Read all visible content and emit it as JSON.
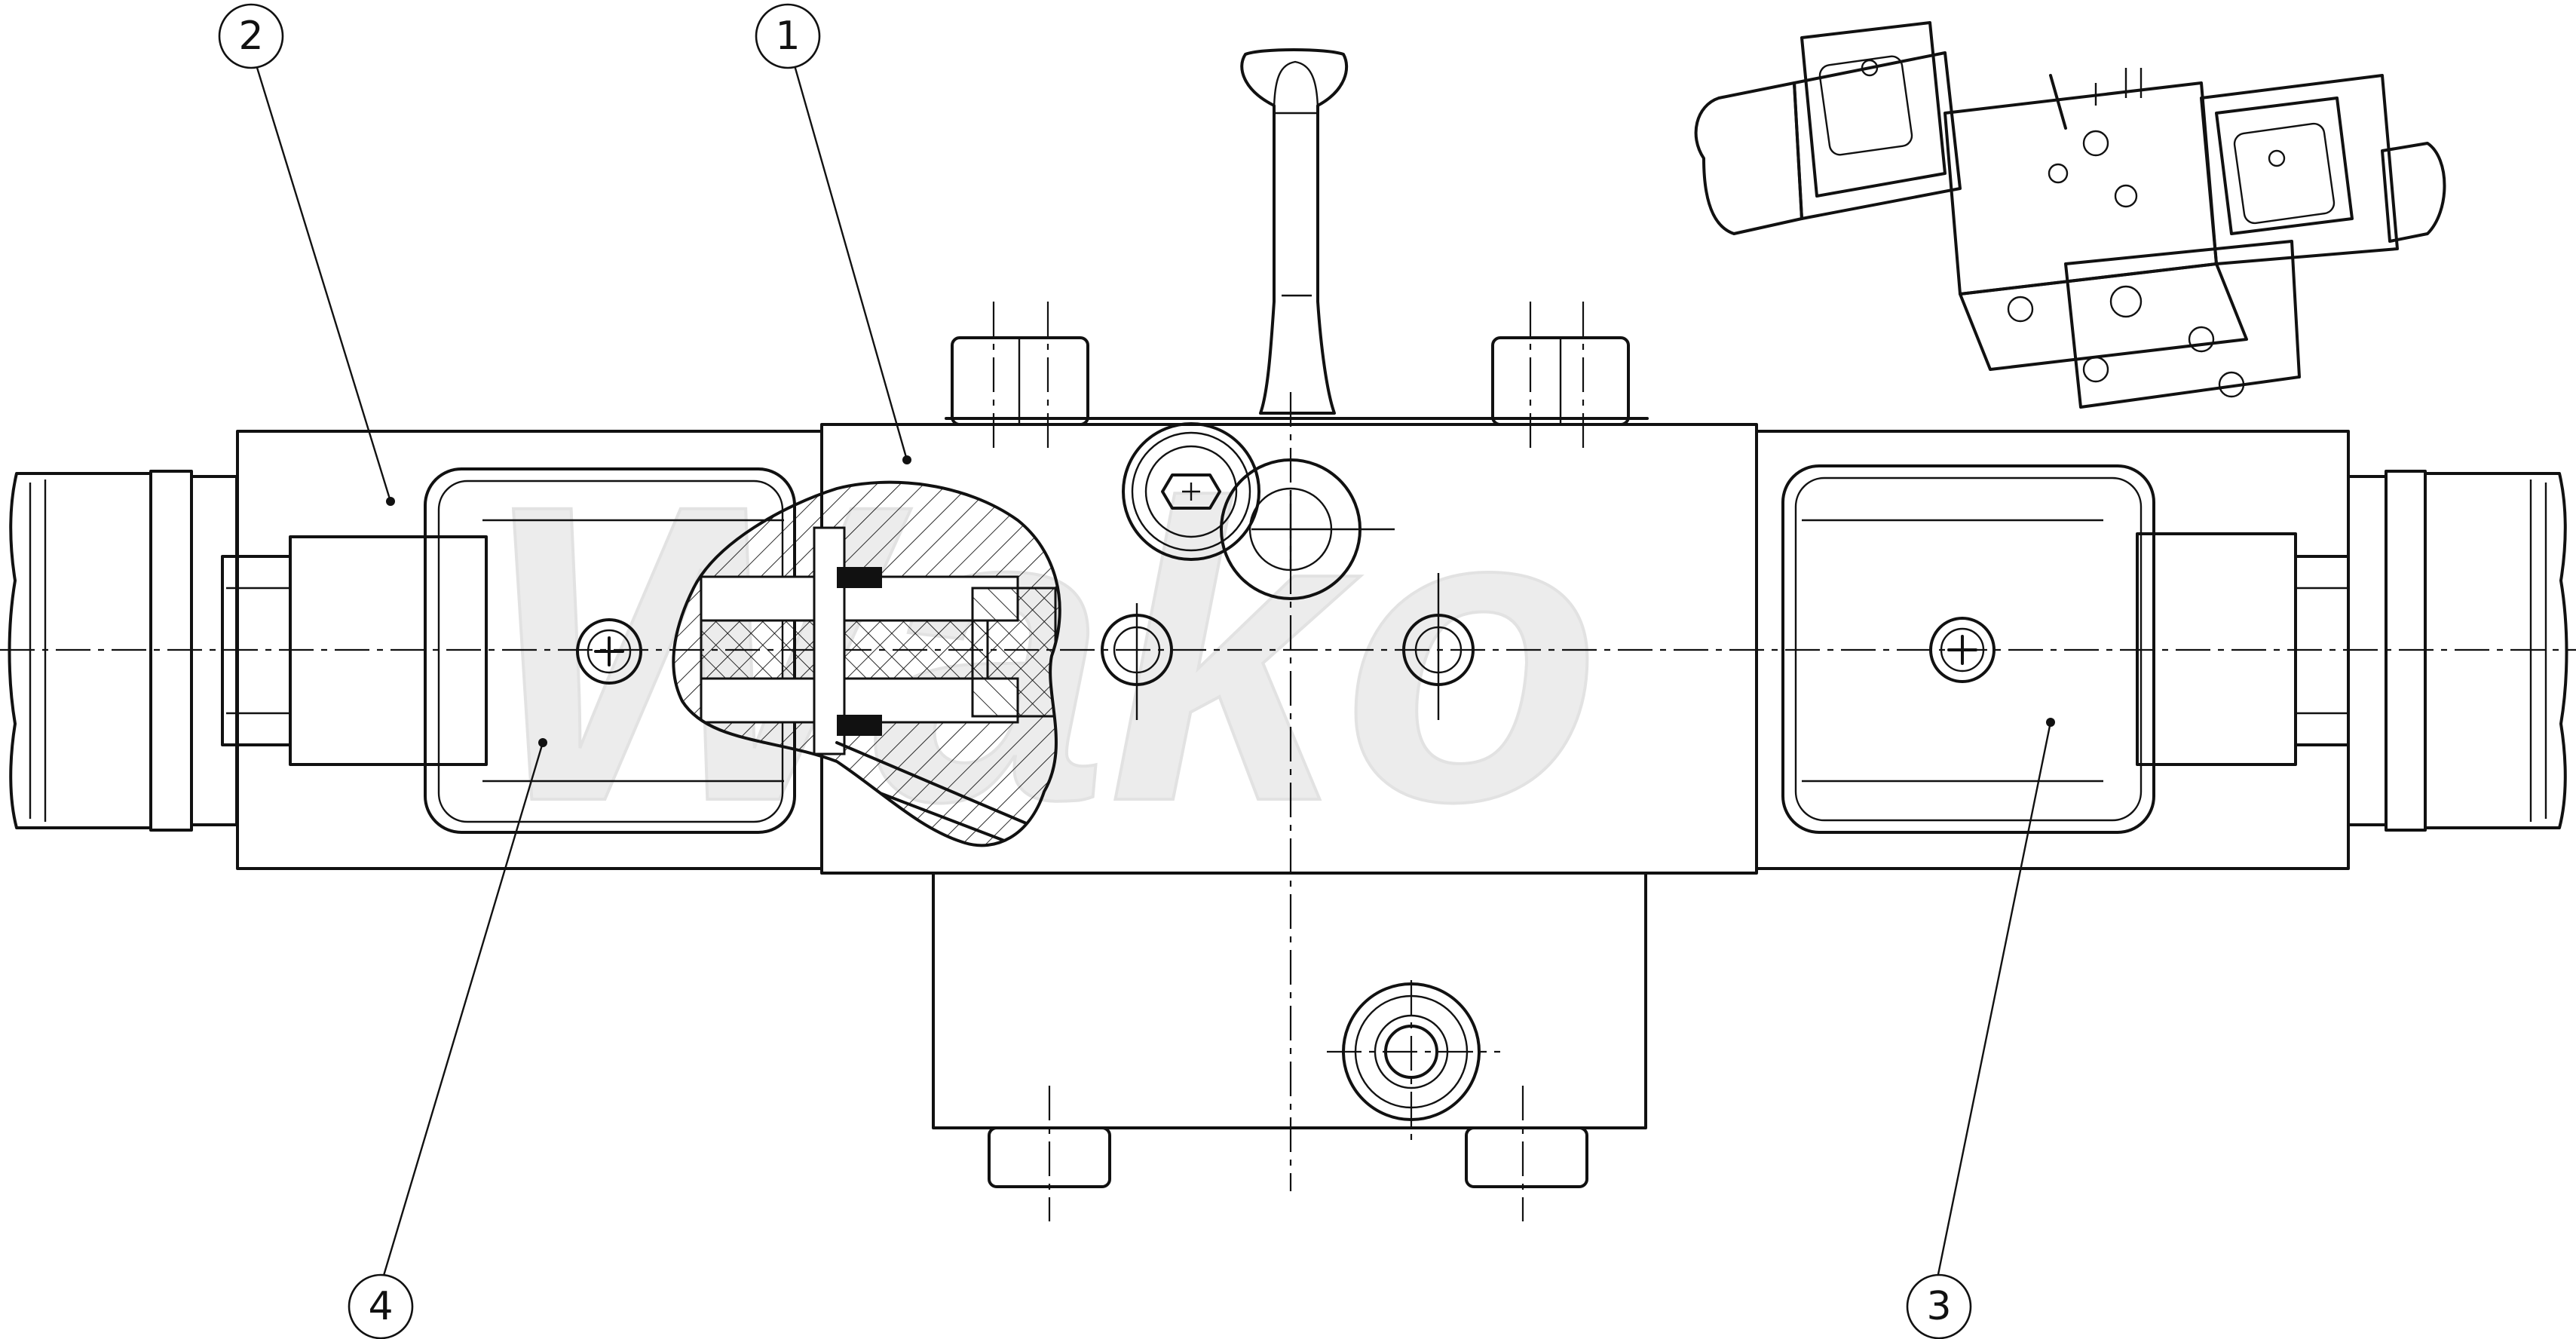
{
  "watermark": {
    "text": "Wako"
  },
  "callouts": [
    {
      "id": "callout-1",
      "label": "1",
      "part": "valve-body"
    },
    {
      "id": "callout-2",
      "label": "2",
      "part": "solenoid-left"
    },
    {
      "id": "callout-3",
      "label": "3",
      "part": "coil-right"
    },
    {
      "id": "callout-4",
      "label": "4",
      "part": "coil-left"
    }
  ],
  "icons": [
    "phillips-screw-icon",
    "hex-bolt-icon",
    "manual-override-lever-icon",
    "knurled-knob-icon"
  ],
  "colors": {
    "line": "#111111",
    "background": "#ffffff",
    "watermark": "#ececec"
  }
}
